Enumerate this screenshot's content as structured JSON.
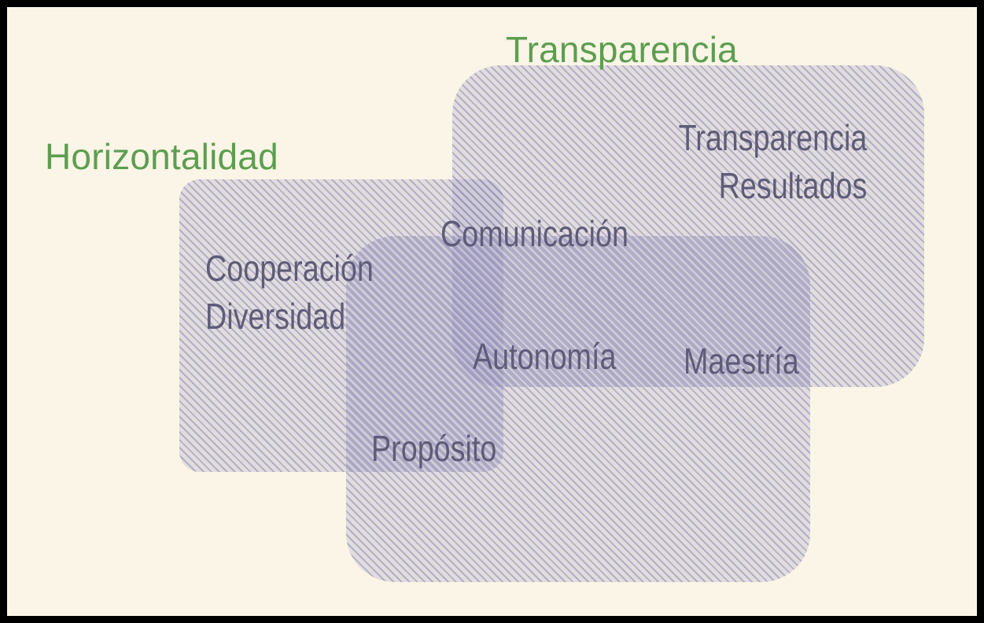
{
  "canvas": {
    "background_color": "#faf5e6",
    "frame_color": "#000000",
    "hatch_color": "#8c88b4",
    "blob_fill_color": "#a09cc4"
  },
  "groups": [
    {
      "id": "horizontalidad",
      "title": "Horizontalidad",
      "title_color": "#5c9e50"
    },
    {
      "id": "transparencia",
      "title": "Transparencia",
      "title_color": "#5c9e50"
    }
  ],
  "items": {
    "text_color": "#5e5c78",
    "transparencia_resultados": "Transparencia\nResultados",
    "transparencia_line1": "Transparencia",
    "transparencia_line2": "Resultados",
    "comunicacion": "Comunicación",
    "cooperacion_line1": "Cooperación",
    "cooperacion_line2": "Diversidad",
    "autonomia": "Autonomía",
    "maestria": "Maestría",
    "proposito": "Propósito"
  }
}
